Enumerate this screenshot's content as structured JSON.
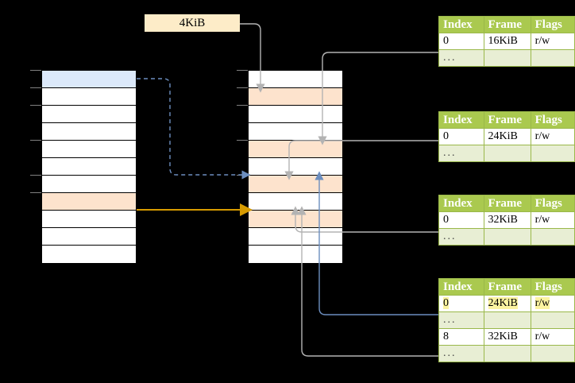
{
  "diagram": {
    "title_label": "4KiB",
    "virtual_memory": {
      "name": "virtual-address-space-column",
      "rows": 11,
      "highlight_blue_index": 0,
      "highlight_peach_index": 7
    },
    "physical_memory": {
      "name": "physical-memory-column",
      "rows": 11,
      "peach_indices": [
        1,
        4,
        6,
        8
      ]
    },
    "page_tables": [
      {
        "id": "page-table-1",
        "headers": [
          "Index",
          "Frame",
          "Flags"
        ],
        "rows": [
          {
            "cells": [
              "0",
              "16KiB",
              "r/w"
            ],
            "kind": "entry",
            "highlight": false
          },
          {
            "cells": [
              "...",
              "",
              ""
            ],
            "kind": "dots",
            "highlight": false
          }
        ]
      },
      {
        "id": "page-table-2",
        "headers": [
          "Index",
          "Frame",
          "Flags"
        ],
        "rows": [
          {
            "cells": [
              "0",
              "24KiB",
              "r/w"
            ],
            "kind": "entry",
            "highlight": false
          },
          {
            "cells": [
              "...",
              "",
              ""
            ],
            "kind": "dots",
            "highlight": false
          }
        ]
      },
      {
        "id": "page-table-3",
        "headers": [
          "Index",
          "Frame",
          "Flags"
        ],
        "rows": [
          {
            "cells": [
              "0",
              "32KiB",
              "r/w"
            ],
            "kind": "entry",
            "highlight": false
          },
          {
            "cells": [
              "...",
              "",
              ""
            ],
            "kind": "dots",
            "highlight": false
          }
        ]
      },
      {
        "id": "page-table-4",
        "headers": [
          "Index",
          "Frame",
          "Flags"
        ],
        "rows": [
          {
            "cells": [
              "0",
              "24KiB",
              "r/w"
            ],
            "kind": "entry",
            "highlight": true
          },
          {
            "cells": [
              "...",
              "",
              ""
            ],
            "kind": "dots",
            "highlight": false
          },
          {
            "cells": [
              "8",
              "32KiB",
              "r/w"
            ],
            "kind": "entry",
            "highlight": false
          },
          {
            "cells": [
              "...",
              "",
              ""
            ],
            "kind": "dots",
            "highlight": false
          }
        ]
      }
    ],
    "colors": {
      "background": "#000000",
      "table_header": "#aac94f",
      "table_border": "#9ab84a",
      "dots_row": "#e8eed4",
      "highlight_yellow": "#fbf3a0",
      "label_bg": "#fdecc8",
      "row_blue": "#dce9fa",
      "row_peach": "#fde3cd",
      "wire_gray": "#b3b3b3",
      "wire_blue": "#6c8ebf",
      "wire_orange": "#d79b00"
    }
  }
}
